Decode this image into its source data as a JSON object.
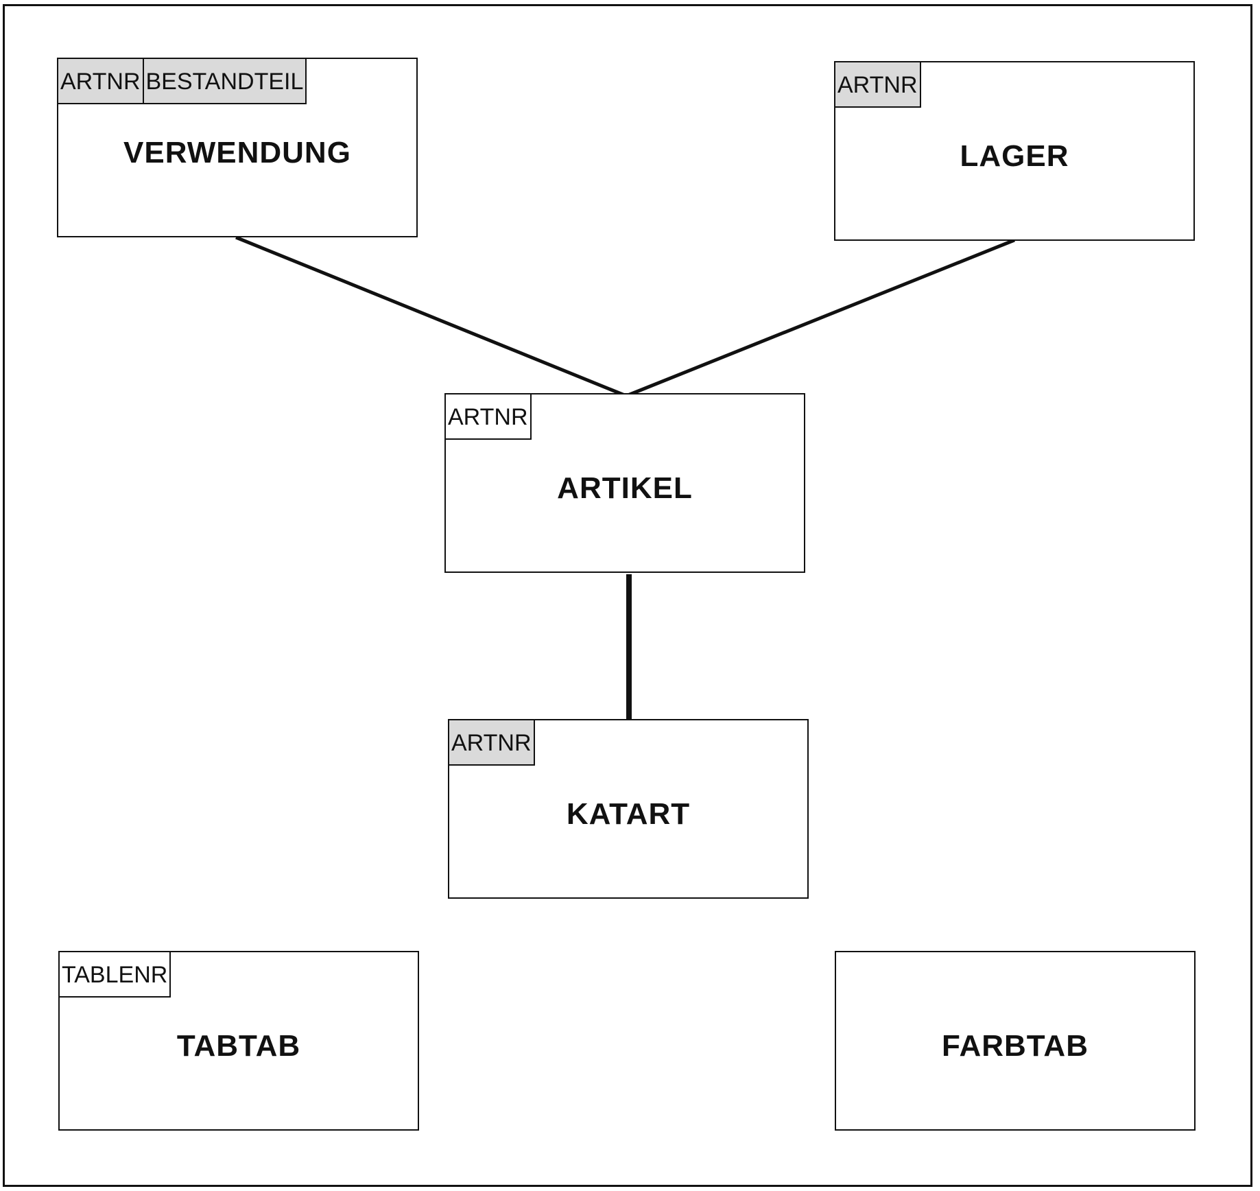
{
  "tables": {
    "verwendung": {
      "name": "VERWENDUNG",
      "keys": [
        "ARTNR",
        "BESTANDTEIL"
      ],
      "key_shaded": true
    },
    "lager": {
      "name": "LAGER",
      "keys": [
        "ARTNR"
      ],
      "key_shaded": true
    },
    "artikel": {
      "name": "ARTIKEL",
      "keys": [
        "ARTNR"
      ],
      "key_shaded": false
    },
    "katart": {
      "name": "KATART",
      "keys": [
        "ARTNR"
      ],
      "key_shaded": true
    },
    "tabtab": {
      "name": "TABTAB",
      "keys": [
        "TABLENR"
      ],
      "key_shaded": false
    },
    "farbtab": {
      "name": "FARBTAB",
      "keys": [],
      "key_shaded": false
    }
  },
  "relationships": [
    {
      "from": "artikel",
      "to": "verwendung"
    },
    {
      "from": "artikel",
      "to": "lager"
    },
    {
      "from": "artikel",
      "to": "katart"
    }
  ],
  "colors": {
    "line": "#111111",
    "key_shaded_fill": "#dadada",
    "background": "#ffffff"
  }
}
